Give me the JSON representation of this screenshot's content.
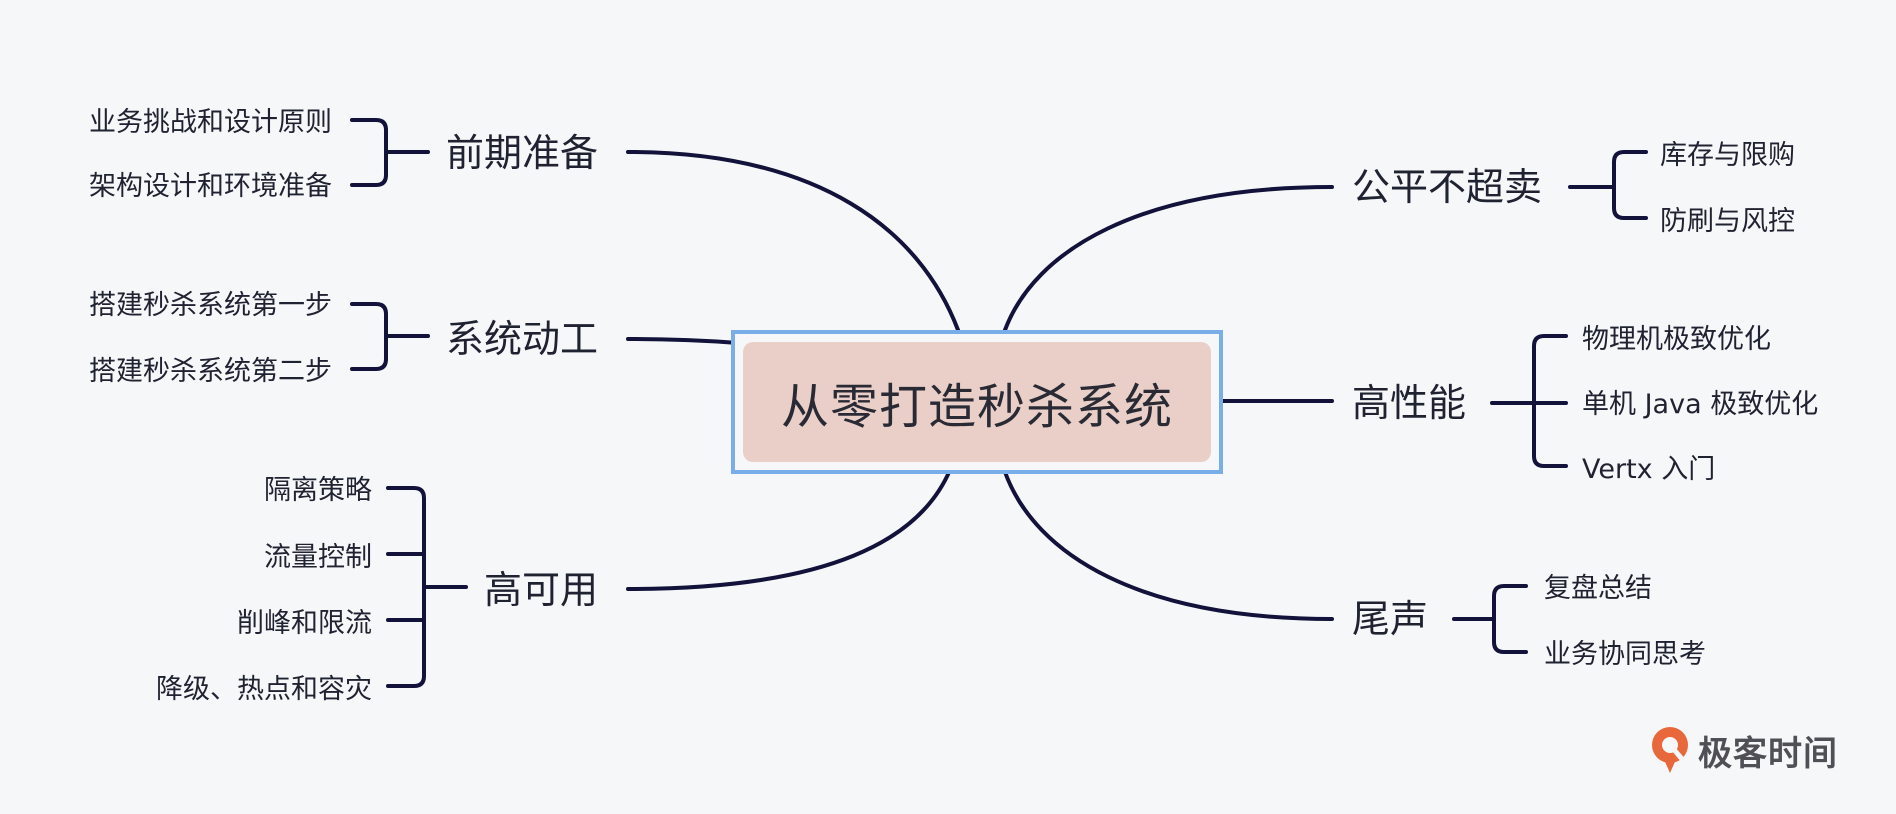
{
  "center": {
    "label": "从零打造秒杀系统"
  },
  "branches": {
    "prep": {
      "label": "前期准备",
      "items": [
        "业务挑战和设计原则",
        "架构设计和环境准备"
      ]
    },
    "build": {
      "label": "系统动工",
      "items": [
        "搭建秒杀系统第一步",
        "搭建秒杀系统第二步"
      ]
    },
    "ha": {
      "label": "高可用",
      "items": [
        "隔离策略",
        "流量控制",
        "削峰和限流",
        "降级、热点和容灾"
      ]
    },
    "fair": {
      "label": "公平不超卖",
      "items": [
        "库存与限购",
        "防刷与风控"
      ]
    },
    "perf": {
      "label": "高性能",
      "items": [
        "物理机极致优化",
        "单机 Java 极致优化",
        "Vertx 入门"
      ]
    },
    "end": {
      "label": "尾声",
      "items": [
        "复盘总结",
        "业务协同思考"
      ]
    }
  },
  "brand": {
    "name": "极客时间",
    "icon": "geektime-logo-icon"
  },
  "colors": {
    "line": "#12123a",
    "center_fill": "#e9cfc8",
    "center_border": "#7aaee8",
    "logo": "#e8683b"
  }
}
